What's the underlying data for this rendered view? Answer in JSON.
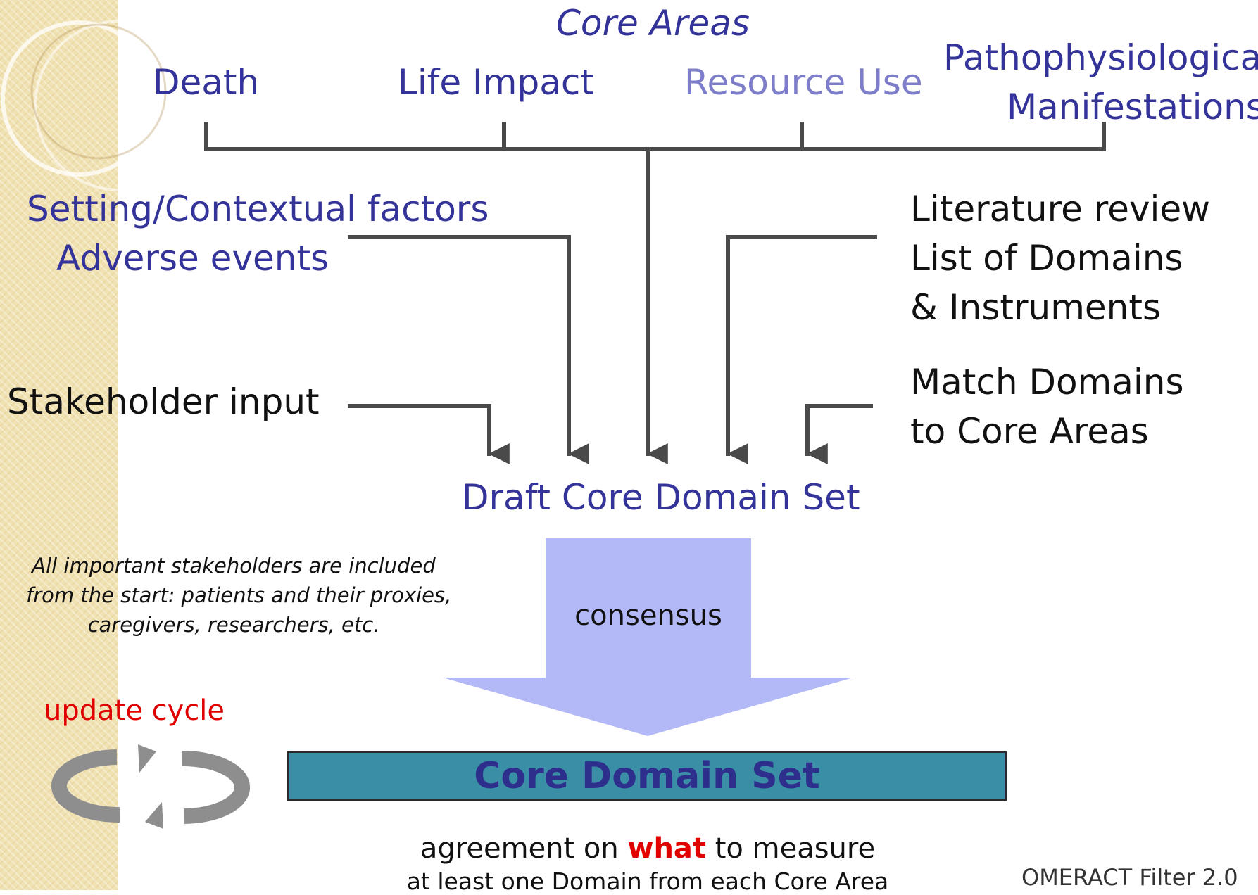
{
  "core_areas_title": "Core Areas",
  "core_areas": {
    "death": "Death",
    "life_impact": "Life Impact",
    "resource_use": "Resource Use",
    "patho_line1": "Pathophysiological",
    "patho_line2": "Manifestations"
  },
  "left_inputs": {
    "setting": "Setting/Contextual factors",
    "adverse": "Adverse events",
    "stakeholder": "Stakeholder input"
  },
  "right_inputs": {
    "lit_line1": "Literature review",
    "lit_line2": "List of Domains",
    "lit_line3": "& Instruments",
    "match_line1": "Match Domains",
    "match_line2": "to Core Areas"
  },
  "draft_label": "Draft Core Domain Set",
  "note": {
    "line1": "All important stakeholders are included",
    "line2": "from the start: patients and their proxies,",
    "line3": "caregivers, researchers, etc."
  },
  "consensus_label": "consensus",
  "update_cycle_label": "update cycle",
  "core_domain_set_label": "Core Domain Set",
  "agreement": {
    "prefix": "agreement on ",
    "emphasis": "what",
    "suffix": " to measure",
    "line2": "at least one Domain from each Core Area"
  },
  "footer": "OMERACT Filter 2.0",
  "colors": {
    "text_blue": "#333399",
    "light_blue": "#7d7dc9",
    "arrow_fill": "#b3b9f7",
    "box_fill": "#3a8fa6",
    "emphasis_red": "#e00000",
    "connector": "#4a4a4a"
  }
}
